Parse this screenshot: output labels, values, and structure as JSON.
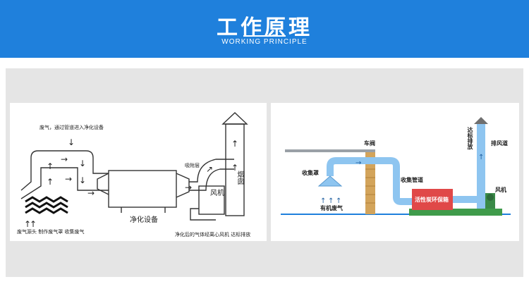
{
  "header": {
    "title": "工作原理",
    "subtitle": "WORKING PRINCIPLE"
  },
  "left_diagram": {
    "pipe_note": "废气，通过管道进入净化设备",
    "activated_carbon": "吸附层",
    "purifier": "净化设备",
    "fan": "风机",
    "chimney": "烟囱",
    "bottom_left": "废气源头  制作废气罩  收集废气",
    "bottom_right": "净化后的气体经离心风机  达标排放"
  },
  "right_diagram": {
    "valve": "车阀",
    "hood": "收集罩",
    "organic_gas": "有机废气",
    "pipeline": "收集管道",
    "box": "活性炭环保箱",
    "discharge": "达标排放",
    "exhaust_duct": "排风道",
    "fan": "风机"
  },
  "colors": {
    "banner": "#1f80dc",
    "pipe": "#8ec5f0",
    "box": "#e04848",
    "base": "#3f9b4b",
    "beam": "#d3a45b"
  }
}
